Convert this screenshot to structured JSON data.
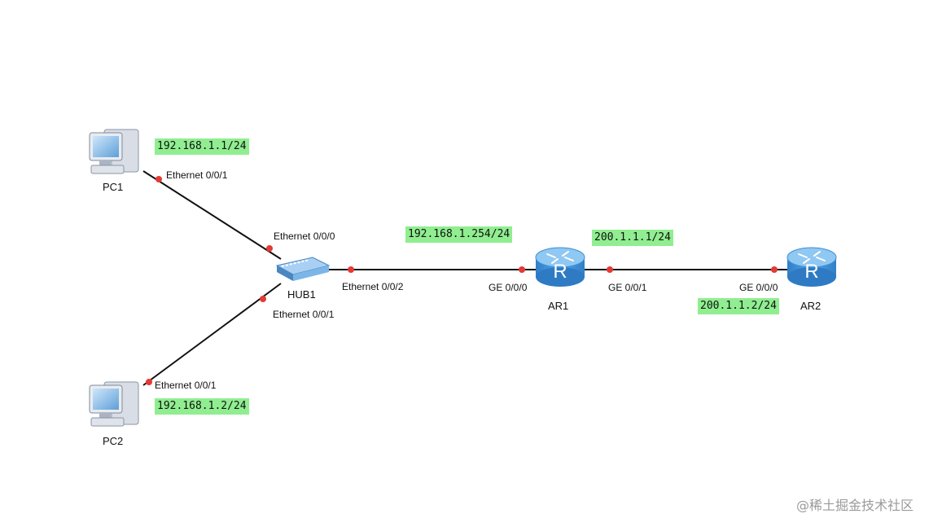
{
  "colors": {
    "link": "#111111",
    "port_dot": "#e53935",
    "ip_label_bg": "#90ee90",
    "router_body": "#3d8fd6",
    "router_top": "#8fc8f2",
    "hub_body": "#7cb5e8"
  },
  "devices": {
    "pc1": {
      "name": "PC1",
      "icon": "desktop-pc-icon"
    },
    "pc2": {
      "name": "PC2",
      "icon": "desktop-pc-icon"
    },
    "hub1": {
      "name": "HUB1",
      "icon": "hub-icon"
    },
    "ar1": {
      "name": "AR1",
      "icon": "router-icon",
      "glyph": "R"
    },
    "ar2": {
      "name": "AR2",
      "icon": "router-icon",
      "glyph": "R"
    }
  },
  "interfaces": {
    "pc1_eth": "Ethernet 0/0/1",
    "hub_eth0": "Ethernet 0/0/0",
    "hub_eth1": "Ethernet 0/0/1",
    "pc2_eth": "Ethernet 0/0/1",
    "hub_eth2": "Ethernet 0/0/2",
    "ar1_ge0": "GE 0/0/0",
    "ar1_ge1": "GE 0/0/1",
    "ar2_ge0": "GE 0/0/0"
  },
  "ip_labels": {
    "pc1": "192.168.1.1/24",
    "pc2": "192.168.1.2/24",
    "ar1_ge0": "192.168.1.254/24",
    "ar1_ge1": "200.1.1.1/24",
    "ar2_ge0": "200.1.1.2/24"
  },
  "watermark": "@稀土掘金技术社区"
}
